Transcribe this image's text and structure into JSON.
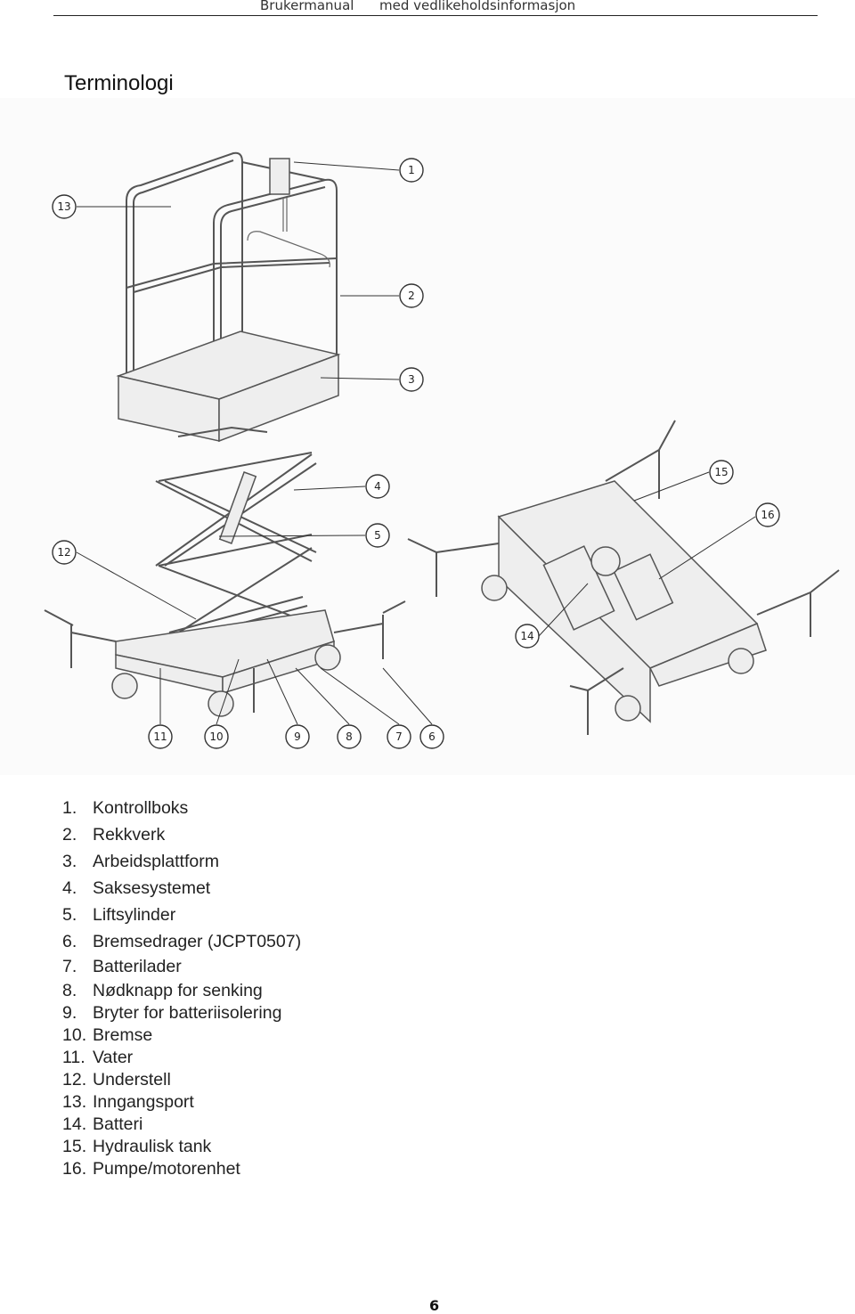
{
  "header": {
    "left": "Brukermanual",
    "right": "med vedlikeholdsinformasjon"
  },
  "title": "Terminologi",
  "callouts": [
    "1",
    "2",
    "3",
    "4",
    "5",
    "6",
    "7",
    "8",
    "9",
    "10",
    "11",
    "12",
    "13",
    "14",
    "15",
    "16"
  ],
  "legend": [
    {
      "num": "1.",
      "label": "Kontrollboks"
    },
    {
      "num": "2.",
      "label": "Rekkverk"
    },
    {
      "num": "3.",
      "label": "Arbeidsplattform"
    },
    {
      "num": "4.",
      "label": "Saksesystemet"
    },
    {
      "num": "5.",
      "label": "Liftsylinder"
    },
    {
      "num": "6.",
      "label": "Bremsedrager (JCPT0507)"
    },
    {
      "num": "7.",
      "label": "Batterilader"
    },
    {
      "num": "8.",
      "label": "Nødknapp for senking"
    },
    {
      "num": "9.",
      "label": "Bryter for batteriisolering"
    },
    {
      "num": "10.",
      "label": "Bremse"
    },
    {
      "num": "11.",
      "label": "Vater"
    },
    {
      "num": "12.",
      "label": "Understell"
    },
    {
      "num": "13.",
      "label": "Inngangsport"
    },
    {
      "num": "14.",
      "label": "Batteri"
    },
    {
      "num": "15.",
      "label": "Hydraulisk tank"
    },
    {
      "num": "16.",
      "label": "Pumpe/motorenhet"
    }
  ],
  "page_number": "6"
}
